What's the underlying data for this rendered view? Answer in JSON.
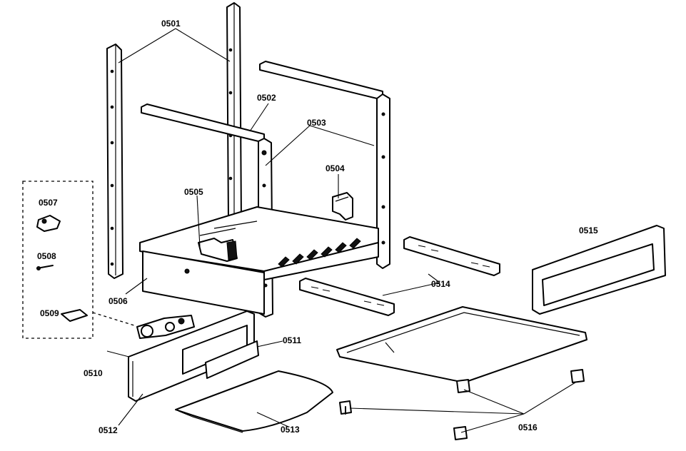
{
  "labels": [
    {
      "id": "0501",
      "text": "0501"
    },
    {
      "id": "0502",
      "text": "0502"
    },
    {
      "id": "0503",
      "text": "0503"
    },
    {
      "id": "0504",
      "text": "0504"
    },
    {
      "id": "0505",
      "text": "0505"
    },
    {
      "id": "0506",
      "text": "0506"
    },
    {
      "id": "0507",
      "text": "0507"
    },
    {
      "id": "0508",
      "text": "0508"
    },
    {
      "id": "0509",
      "text": "0509"
    },
    {
      "id": "0510",
      "text": "0510"
    },
    {
      "id": "0511",
      "text": "0511"
    },
    {
      "id": "0512",
      "text": "0512"
    },
    {
      "id": "0513",
      "text": "0513"
    },
    {
      "id": "0514",
      "text": "0514"
    },
    {
      "id": "0515",
      "text": "0515"
    },
    {
      "id": "0516",
      "text": "0516"
    }
  ]
}
